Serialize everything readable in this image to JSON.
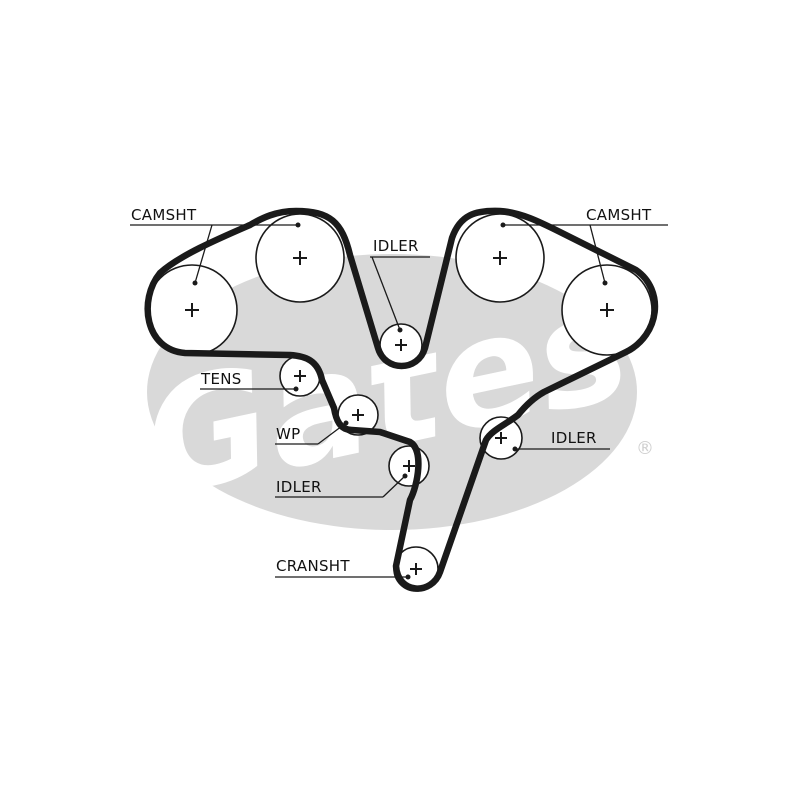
{
  "watermark": {
    "brand_text": "Gates",
    "registered_mark": "®",
    "color": "#d9d9d9"
  },
  "labels": {
    "camsht_left": "CAMSHT",
    "camsht_right": "CAMSHT",
    "idler_top": "IDLER",
    "tens": "TENS",
    "wp": "WP",
    "idler_left": "IDLER",
    "idler_right": "IDLER",
    "cranksht": "CRANSHT"
  },
  "colors": {
    "ink": "#1a1a1a",
    "background": "#ffffff"
  }
}
